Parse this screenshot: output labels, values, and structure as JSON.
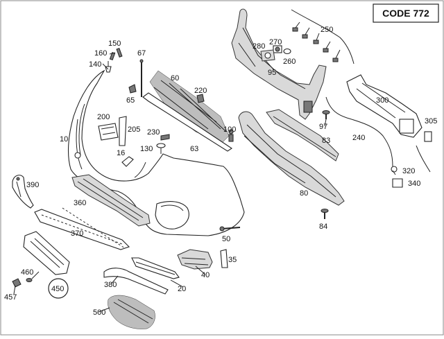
{
  "code_label": "CODE 772",
  "highlight_color": "#e8434a",
  "labels": {
    "p10": "10",
    "p16": "16",
    "p20": "20",
    "p35": "35",
    "p40": "40",
    "p50": "50",
    "p60": "60",
    "p63": "63",
    "p65": "65",
    "p67": "67",
    "p80": "80",
    "p83": "83",
    "p84": "84",
    "p95": "95",
    "p97": "97",
    "p100": "100",
    "p130": "130",
    "p140": "140",
    "p150": "150",
    "p160": "160",
    "p200": "200",
    "p205": "205",
    "p220": "220",
    "p230": "230",
    "p240": "240",
    "p250": "250",
    "p260": "260",
    "p270": "270",
    "p280": "280",
    "p300": "300",
    "p305": "305",
    "p320": "320",
    "p340": "340",
    "p360": "360",
    "p370": "370",
    "p380": "380",
    "p390": "390",
    "p450": "450",
    "p457": "457",
    "p460": "460",
    "p500": "500"
  }
}
